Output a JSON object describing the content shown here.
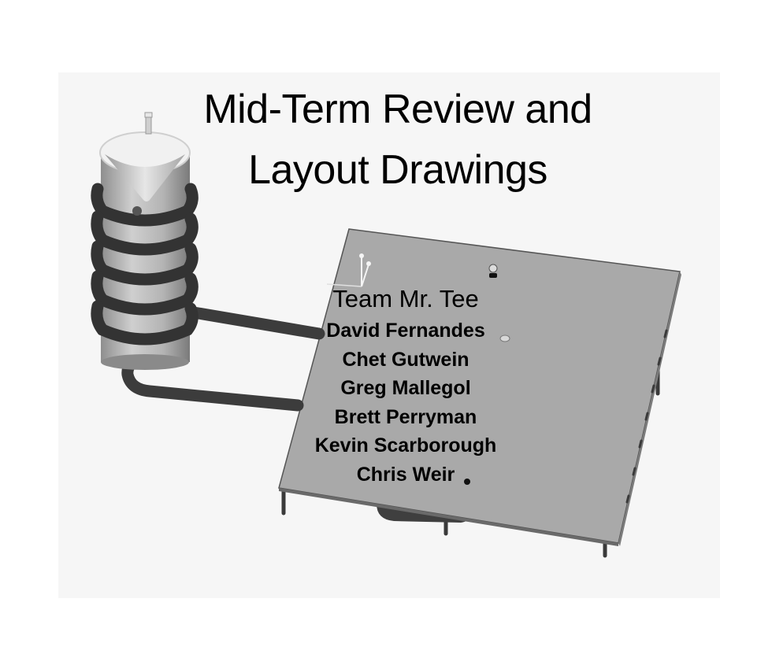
{
  "slide": {
    "title_line1": "Mid-Term Review and",
    "title_line2": "Layout Drawings",
    "team_name": "Team Mr. Tee",
    "members": [
      "David Fernandes",
      "Chet Gutwein",
      "Greg Mallegol",
      "Brett Perryman",
      "Kevin Scarborough",
      "Chris Weir"
    ]
  },
  "colors": {
    "background": "#f6f6f6",
    "panel": "#a9a9a9",
    "tank": "#b0b0b0",
    "coil": "#3c3c3c"
  }
}
